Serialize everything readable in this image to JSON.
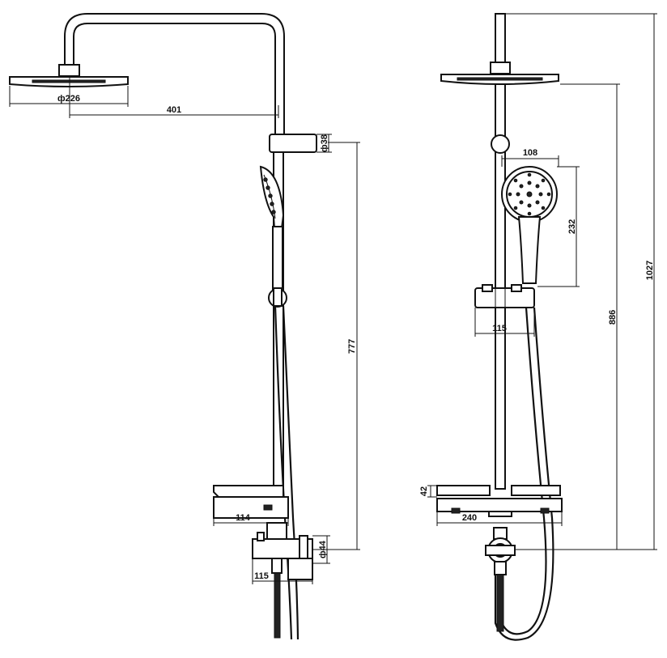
{
  "side_view": {
    "head_diameter": "ф226",
    "arm_reach": "401",
    "riser_diameter": "ф38",
    "height_to_mixer": "777",
    "shelf_depth": "114",
    "mixer_width": "115",
    "mixer_diameter": "ф44"
  },
  "front_view": {
    "hand_shower_width": "108",
    "hand_shower_length": "232",
    "slider_width": "115",
    "total_height": "1027",
    "head_height": "886",
    "shelf_height": "42",
    "shelf_width": "240"
  },
  "colors": {
    "line": "#111111",
    "background": "#ffffff"
  }
}
